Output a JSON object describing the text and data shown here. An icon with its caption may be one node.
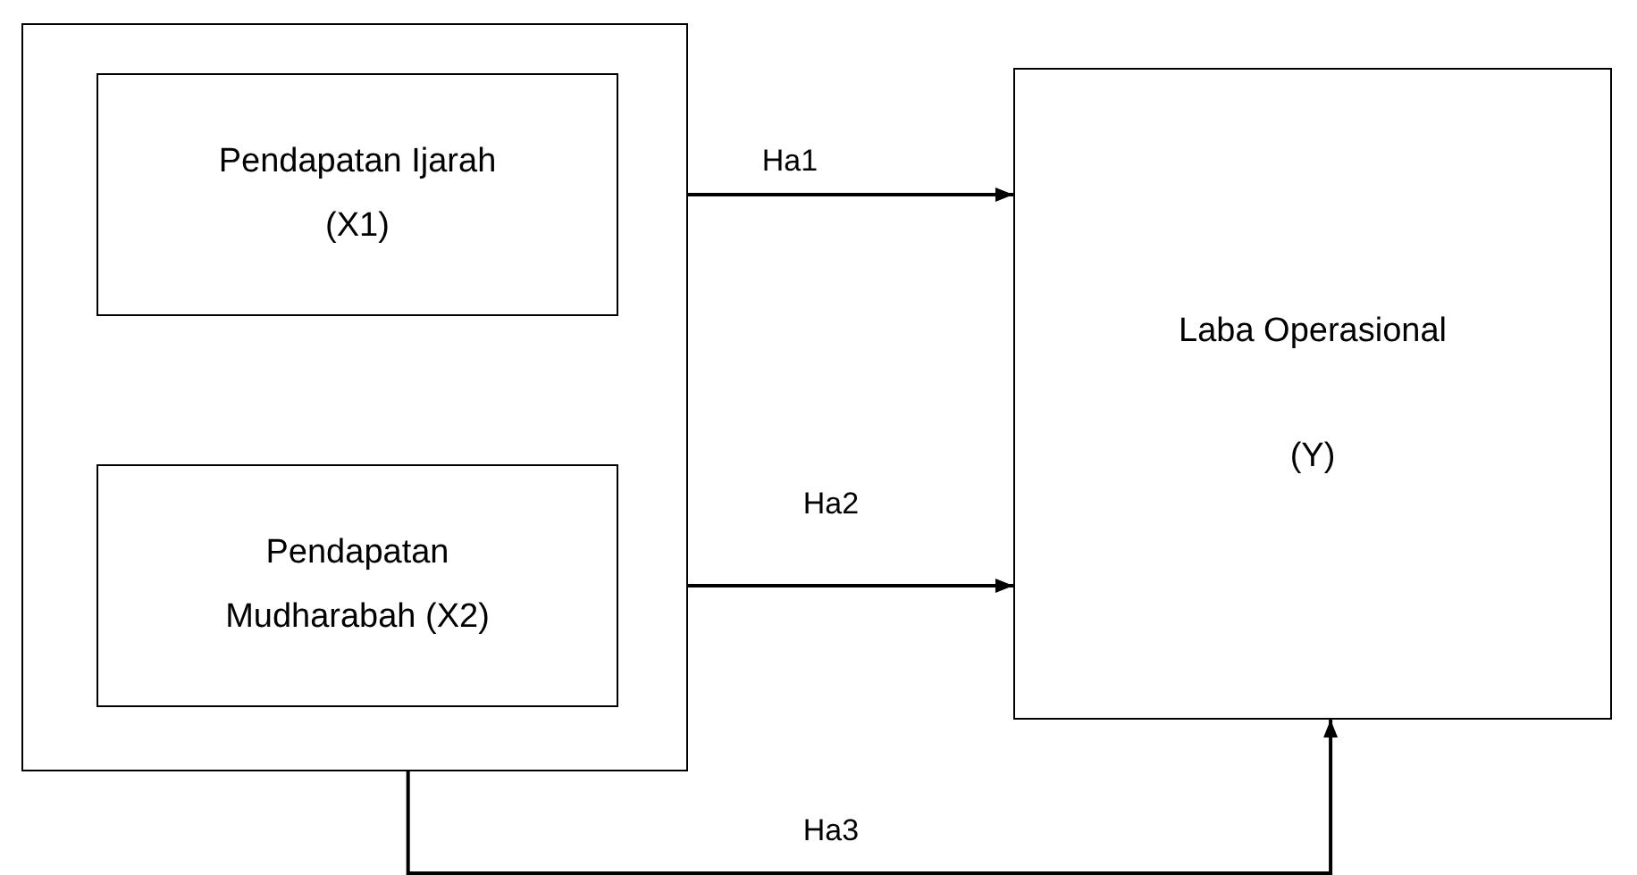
{
  "diagram": {
    "nodes": [
      {
        "text": [],
        "shape": "box"
      },
      {
        "text": [
          "Pendapatan Ijarah (X1)"
        ],
        "in": 0
      },
      {
        "text": [
          "Pendapatan Mudharabah (X2)"
        ],
        "in": 0
      },
      {
        "text": [
          "Laba Operasional",
          "(Y)"
        ]
      }
    ],
    "edges": [
      {
        "from": 1,
        "to": 3,
        "arrow": "to",
        "label": "Ha1"
      },
      {
        "from": 2,
        "to": 3,
        "arrow": "to",
        "label": "Ha2"
      },
      {
        "from": 0,
        "to": 3,
        "arrow": "to",
        "label": "Ha3"
      }
    ]
  }
}
